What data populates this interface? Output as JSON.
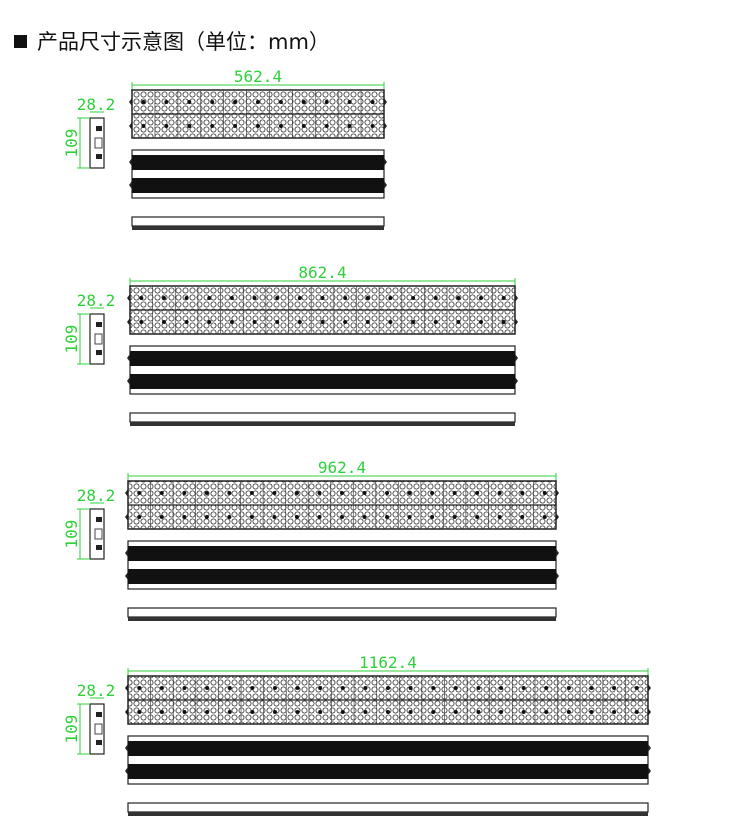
{
  "title": "产品尺寸示意图（单位：mm）",
  "dimension_color": "#2fd13a",
  "products": [
    {
      "length": "562.4",
      "width": "28.2",
      "height": "109"
    },
    {
      "length": "862.4",
      "width": "28.2",
      "height": "109"
    },
    {
      "length": "962.4",
      "width": "28.2",
      "height": "109"
    },
    {
      "length": "1162.4",
      "width": "28.2",
      "height": "109"
    }
  ]
}
